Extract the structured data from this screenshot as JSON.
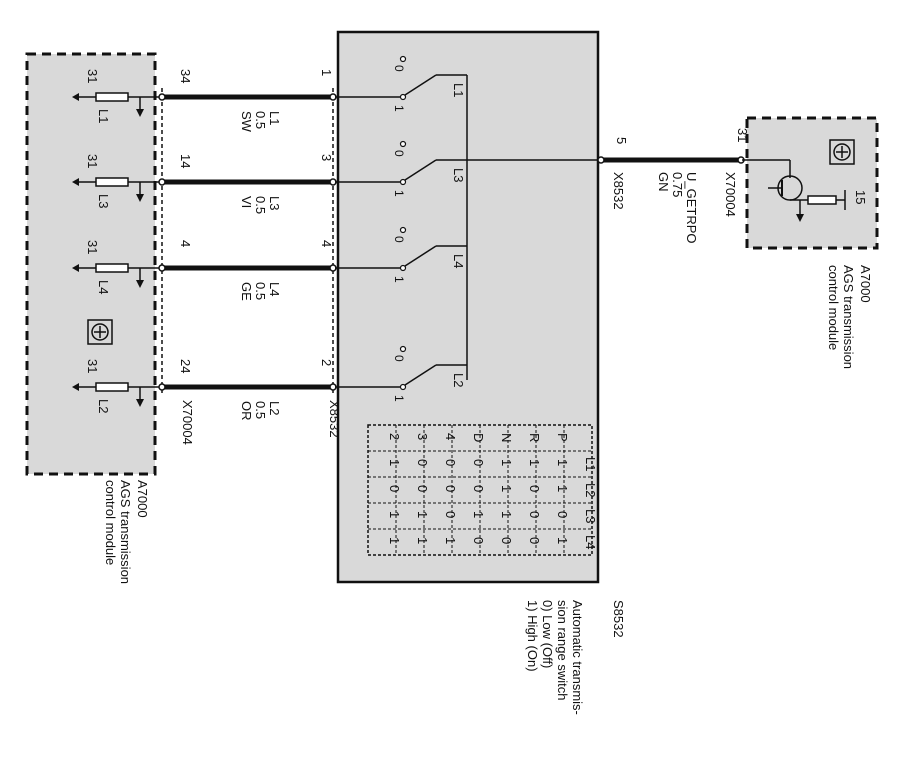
{
  "module_left": {
    "name": "A7000",
    "desc": [
      "AGS transmission",
      "control module"
    ],
    "connector": "X70004",
    "pins": [
      {
        "sig": "L1",
        "pin": "34",
        "ground": "31"
      },
      {
        "sig": "L3",
        "pin": "14",
        "ground": "31"
      },
      {
        "sig": "L4",
        "pin": "4",
        "ground": "31"
      },
      {
        "sig": "L2",
        "pin": "24",
        "ground": "31"
      }
    ]
  },
  "wires": [
    {
      "name": "L1",
      "size": "0.5",
      "color": "SW"
    },
    {
      "name": "L3",
      "size": "0.5",
      "color": "VI"
    },
    {
      "name": "L4",
      "size": "0.5",
      "color": "GE"
    },
    {
      "name": "L2",
      "size": "0.5",
      "color": "OR"
    }
  ],
  "switch": {
    "connector": "X8532",
    "pins": [
      "1",
      "3",
      "4",
      "2"
    ],
    "contact_labels": [
      "L1",
      "L3",
      "L4",
      "L2"
    ],
    "name": "S8532",
    "desc": [
      "Automatic transmis-",
      "sion range switch",
      "0) Low (Off)",
      "1) High (On)"
    ],
    "output_pin": "5",
    "output_connector": "X8532"
  },
  "truth_table": {
    "columns": [
      "L1",
      "L2",
      "L3",
      "L4"
    ],
    "rows": [
      {
        "gear": "P",
        "vals": [
          "1",
          "1",
          "0",
          "1"
        ]
      },
      {
        "gear": "R",
        "vals": [
          "1",
          "0",
          "0",
          "0"
        ]
      },
      {
        "gear": "N",
        "vals": [
          "1",
          "1",
          "1",
          "0"
        ]
      },
      {
        "gear": "D",
        "vals": [
          "0",
          "0",
          "1",
          "0"
        ]
      },
      {
        "gear": "4",
        "vals": [
          "0",
          "0",
          "0",
          "1"
        ]
      },
      {
        "gear": "3",
        "vals": [
          "0",
          "0",
          "1",
          "1"
        ]
      },
      {
        "gear": "2",
        "vals": [
          "1",
          "0",
          "1",
          "1"
        ]
      }
    ]
  },
  "output_wire": {
    "name": "U_GETRPO",
    "size": "0.75",
    "color": "GN"
  },
  "module_right": {
    "name": "A7000",
    "desc": [
      "AGS transmission",
      "control module"
    ],
    "connector": "X70004",
    "pin": "31",
    "pin2": "15"
  }
}
